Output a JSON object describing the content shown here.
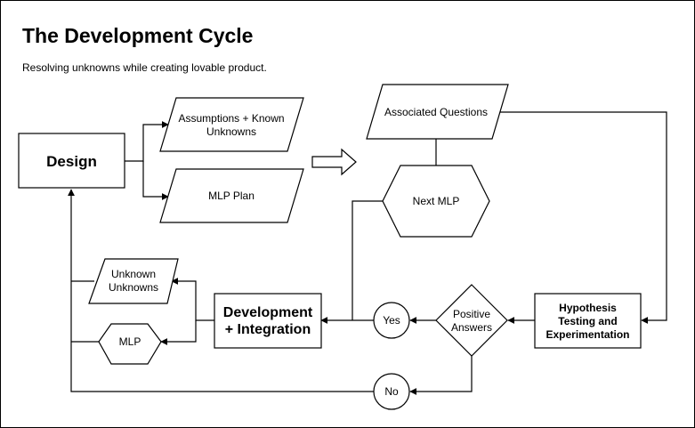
{
  "title": "The Development Cycle",
  "subtitle": "Resolving unknowns while creating lovable product.",
  "nodes": {
    "design": "Design",
    "assumptions": [
      "Assumptions + Known",
      "Unknowns"
    ],
    "mlp_plan": "MLP Plan",
    "associated_questions": "Associated Questions",
    "next_mlp": "Next MLP",
    "hypothesis": [
      "Hypothesis",
      "Testing and",
      "Experimentation"
    ],
    "positive_answers": [
      "Positive",
      "Answers"
    ],
    "yes": "Yes",
    "no": "No",
    "development": [
      "Development",
      "+ Integration"
    ],
    "unknown_unknowns": [
      "Unknown",
      "Unknowns"
    ],
    "mlp": "MLP"
  },
  "colors": {
    "stroke": "#000000",
    "fill": "#ffffff",
    "background": "#ffffff"
  }
}
